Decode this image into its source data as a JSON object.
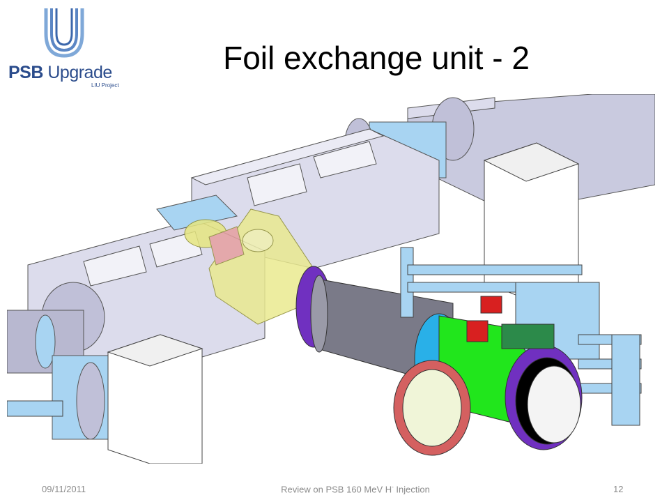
{
  "logo": {
    "main_text_a": "PSB",
    "main_text_b": "Upgrade",
    "sub_text": "LIU Project"
  },
  "slide": {
    "title": "Foil exchange unit - 2"
  },
  "footer": {
    "date": "09/11/2011",
    "center_text": "Review on PSB 160 MeV H",
    "center_superscript": "-",
    "center_text_tail": " Injection",
    "page_number": "12"
  },
  "colors": {
    "brand_blue": "#2b4c8c",
    "magnet_gray": "#c9cadf",
    "beam_pipe_blue": "#a8d4f2",
    "tank_green": "#21e61c",
    "flange_purple": "#7030c0",
    "ring_red": "#d46060",
    "yellow_part": "#e6e680"
  }
}
